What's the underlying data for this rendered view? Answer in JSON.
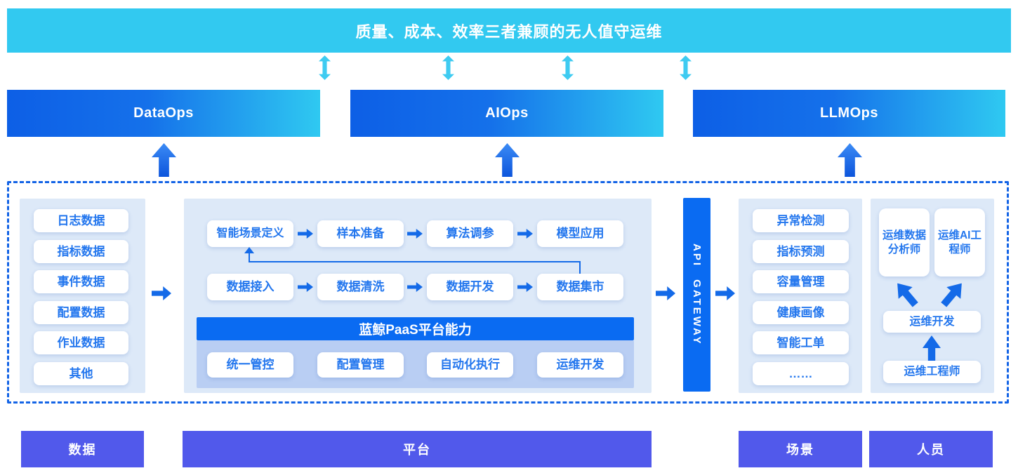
{
  "banner": {
    "title": "质量、成本、效率三者兼顾的无人值守运维"
  },
  "ops": {
    "dataops": "DataOps",
    "aiops": "AIOps",
    "llmops": "LLMOps"
  },
  "data_panel": {
    "items": [
      "日志数据",
      "指标数据",
      "事件数据",
      "配置数据",
      "作业数据",
      "其他"
    ]
  },
  "platform_panel": {
    "model_flow": [
      "智能场景定义",
      "样本准备",
      "算法调参",
      "模型应用"
    ],
    "data_flow": [
      "数据接入",
      "数据清洗",
      "数据开发",
      "数据集市"
    ],
    "paas_title": "蓝鲸PaaS平台能力",
    "paas_items": [
      "统一管控",
      "配置管理",
      "自动化执行",
      "运维开发"
    ]
  },
  "gateway": {
    "label": "API GATEWAY"
  },
  "scenario_panel": {
    "items": [
      "异常检测",
      "指标预测",
      "容量管理",
      "健康画像",
      "智能工单",
      "……"
    ]
  },
  "people_panel": {
    "analyst": "运维数据分析师",
    "ai_engineer": "运维AI工程师",
    "dev": "运维开发",
    "engineer": "运维工程师"
  },
  "footer": {
    "data": "数据",
    "platform": "平台",
    "scenario": "场景",
    "people": "人员"
  },
  "colors": {
    "banner_cyan": "#32c9f0",
    "arrow_cyan": "#3ecbf1",
    "ops_blue_start": "#0d5fe6",
    "ops_cyan_end": "#2fc9f1",
    "accent_blue": "#146ae8",
    "vivid_blue": "#0a6bf2",
    "panel_light": "#dde9f8",
    "panel_mid": "#b9cef3",
    "box_text_blue": "#2477ee",
    "purple": "#5159eb",
    "dashed_border": "#1464e6"
  }
}
